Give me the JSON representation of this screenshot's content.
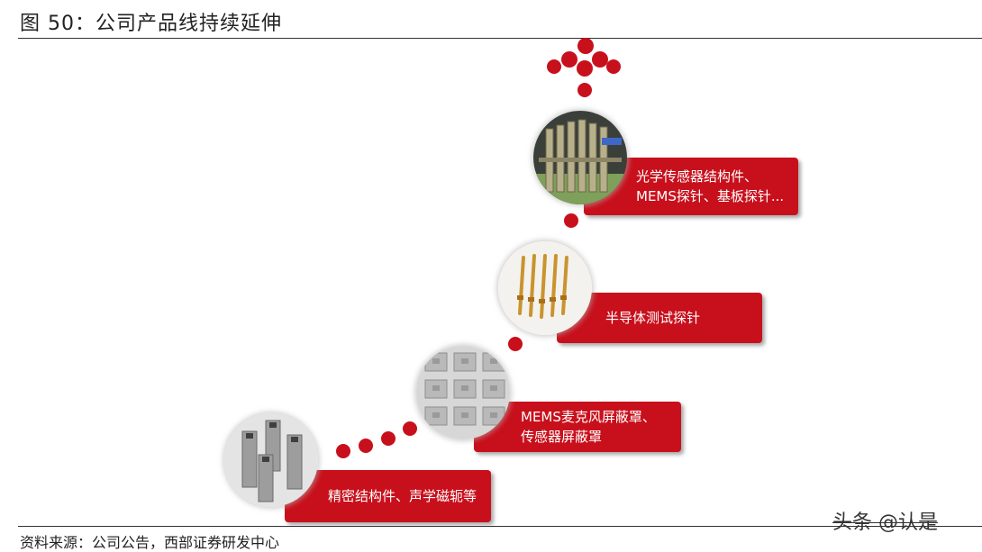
{
  "figure_title": "图 50：公司产品线持续延伸",
  "source_note": "资料来源：公司公告，西部证券研发中心",
  "watermark": "头条 @认是",
  "colors": {
    "accent_red": "#c8101c",
    "text": "#222222"
  },
  "stages": [
    {
      "id": "precision-parts",
      "label": "精密结构件、声学磁轭等",
      "photo_icon": "hollow-metal-tubes-icon"
    },
    {
      "id": "mems-shields",
      "label": "MEMS麦克风屏蔽罩、传感器屏蔽罩",
      "photo_icon": "shield-cover-grid-icon"
    },
    {
      "id": "probe-pins",
      "label": "半导体测试探针",
      "photo_icon": "gold-probe-pins-icon"
    },
    {
      "id": "optical-mems",
      "label": "光学传感器结构件、MEMS探针、基板探针...",
      "photo_icon": "optical-structure-icon"
    }
  ]
}
